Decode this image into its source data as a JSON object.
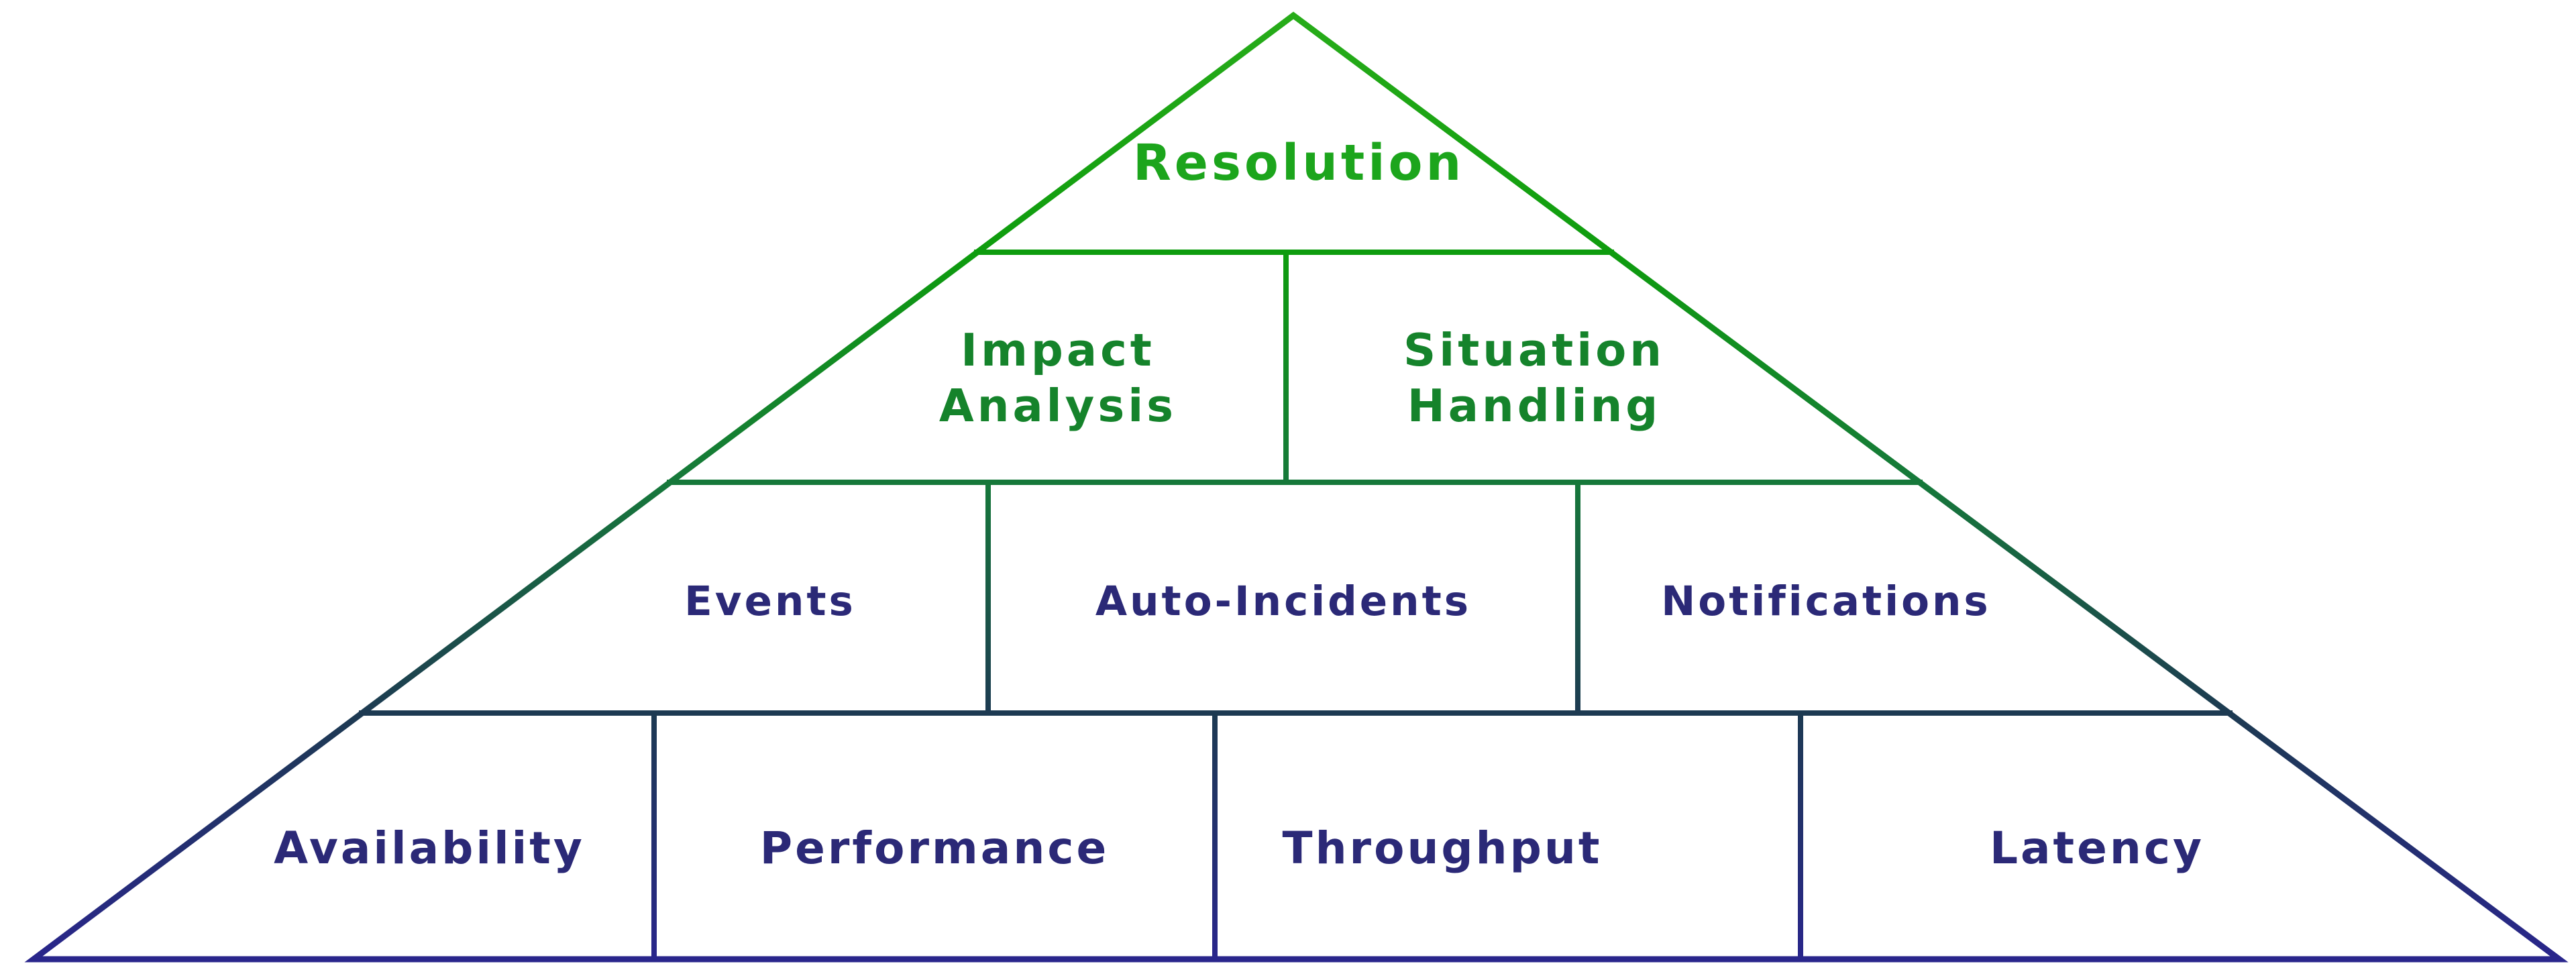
{
  "diagram": {
    "type": "pyramid",
    "levels": [
      {
        "id": "resolution-level",
        "text_color": "#1ca51c",
        "labels": [
          {
            "line1": "Resolution",
            "line2": ""
          }
        ]
      },
      {
        "id": "analysis-level",
        "text_color": "#15832b",
        "labels": [
          {
            "line1": "Impact",
            "line2": "Analysis"
          },
          {
            "line1": "Situation",
            "line2": "Handling"
          }
        ]
      },
      {
        "id": "incident-level",
        "text_color": "#2b2977",
        "labels": [
          {
            "line1": "Events",
            "line2": ""
          },
          {
            "line1": "Auto-Incidents",
            "line2": ""
          },
          {
            "line1": "Notifications",
            "line2": ""
          }
        ]
      },
      {
        "id": "metrics-level",
        "text_color": "#2b2977",
        "labels": [
          {
            "line1": "Availability",
            "line2": ""
          },
          {
            "line1": "Performance",
            "line2": ""
          },
          {
            "line1": "Throughput",
            "line2": ""
          },
          {
            "line1": "Latency",
            "line2": ""
          }
        ]
      }
    ],
    "gradient": {
      "top": "#29ad1a",
      "upper_mid": "#0e9c0e",
      "mid": "#16793a",
      "lower_mid": "#1d3a52",
      "bottom": "#2a2490"
    },
    "background": "#ffffff"
  }
}
